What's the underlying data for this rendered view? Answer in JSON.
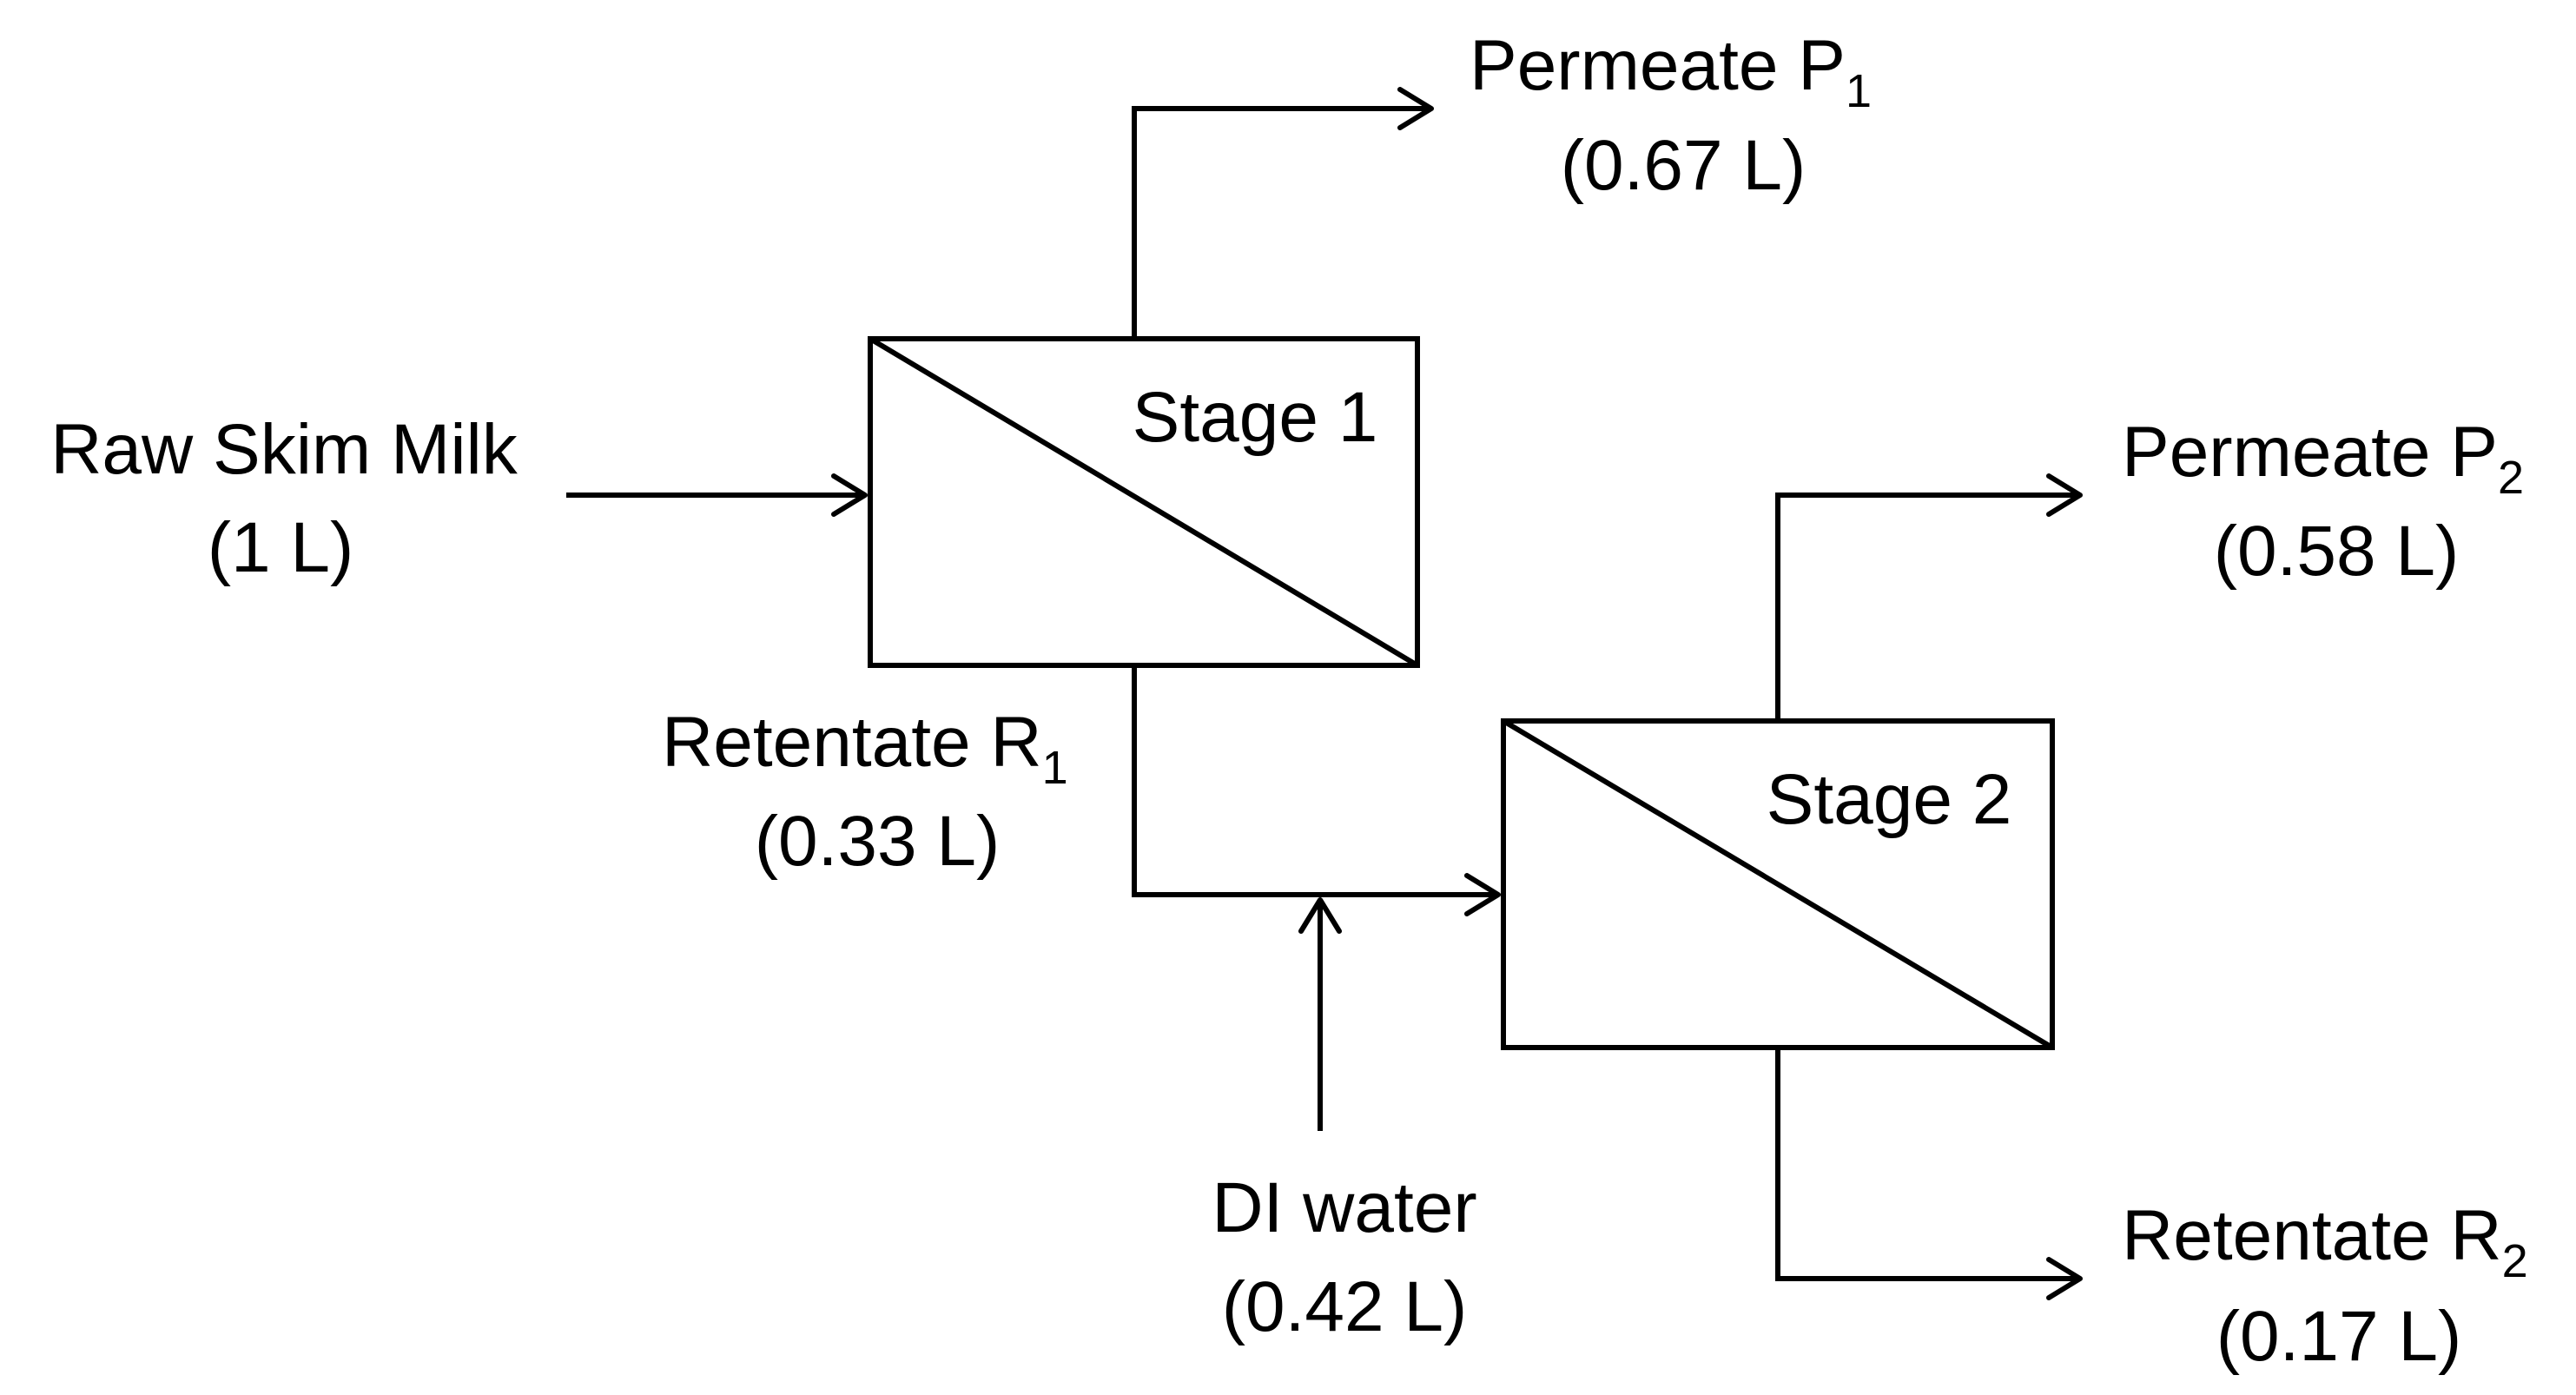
{
  "stages": {
    "stage1": "Stage 1",
    "stage2": "Stage 2"
  },
  "streams": {
    "feed": {
      "name": "Raw Skim Milk",
      "volume": "(1 L)"
    },
    "permeate1": {
      "name": "Permeate P",
      "subscript": "1",
      "volume": "(0.67 L)"
    },
    "retentate1": {
      "name": "Retentate R",
      "subscript": "1",
      "volume": "(0.33 L)"
    },
    "di_water": {
      "name": "DI water",
      "volume": "(0.42 L)"
    },
    "permeate2": {
      "name": "Permeate P",
      "subscript": "2",
      "volume": "(0.58 L)"
    },
    "retentate2": {
      "name": "Retentate R",
      "subscript": "2",
      "volume": "(0.17 L)"
    }
  }
}
